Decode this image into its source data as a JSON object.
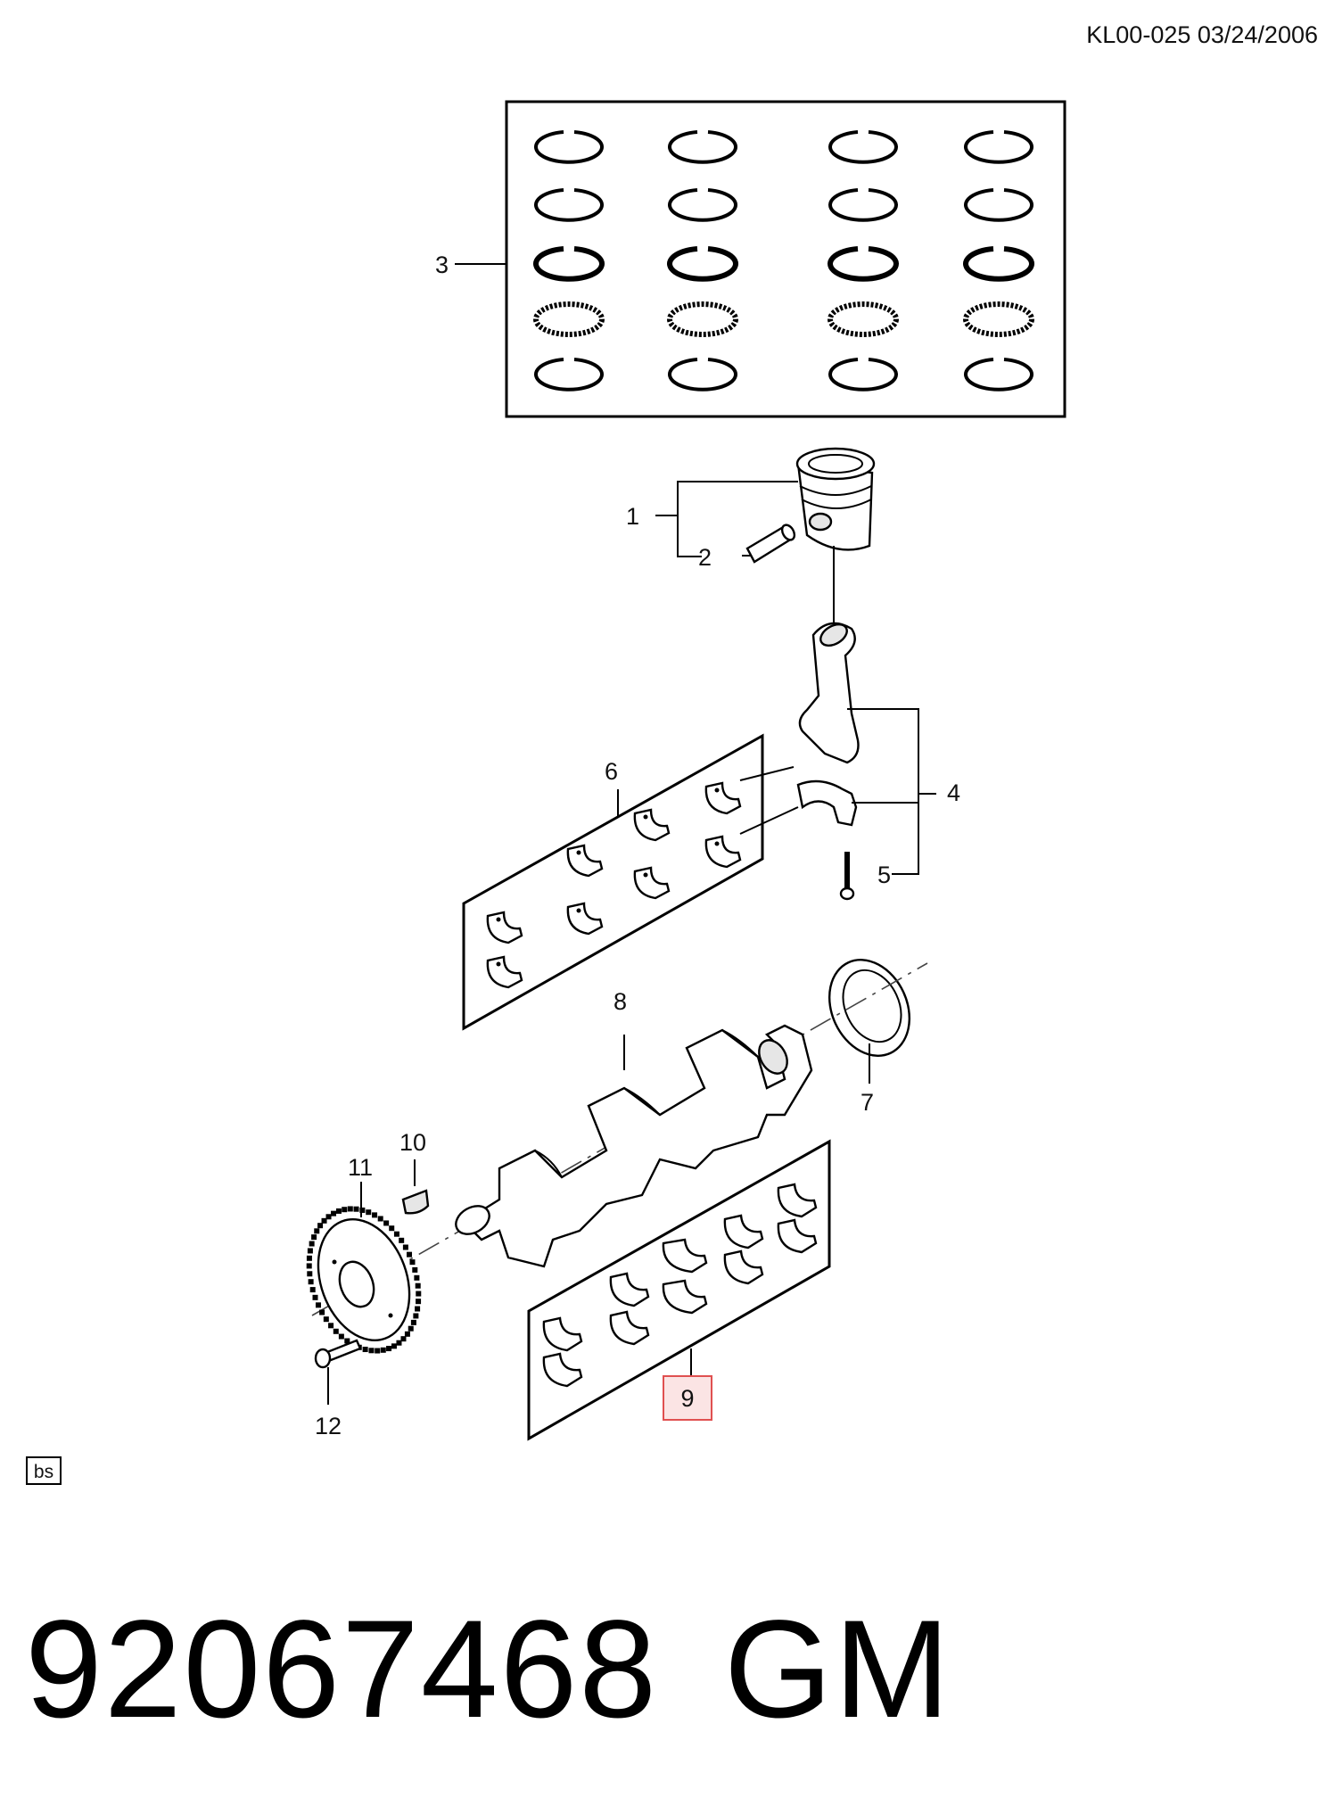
{
  "header": {
    "code": "KL00-025 03/24/2006"
  },
  "callouts": {
    "c1": "1",
    "c2": "2",
    "c3": "3",
    "c4": "4",
    "c5": "5",
    "c6": "6",
    "c7": "7",
    "c8": "8",
    "c9": "9",
    "c10": "10",
    "c11": "11",
    "c12": "12"
  },
  "highlight": {
    "callout": "9",
    "color": "#e05050",
    "fill": "#fbe4e4"
  },
  "badge": {
    "label": "bs"
  },
  "footer": {
    "part_number": "92067468",
    "brand": "GM"
  }
}
